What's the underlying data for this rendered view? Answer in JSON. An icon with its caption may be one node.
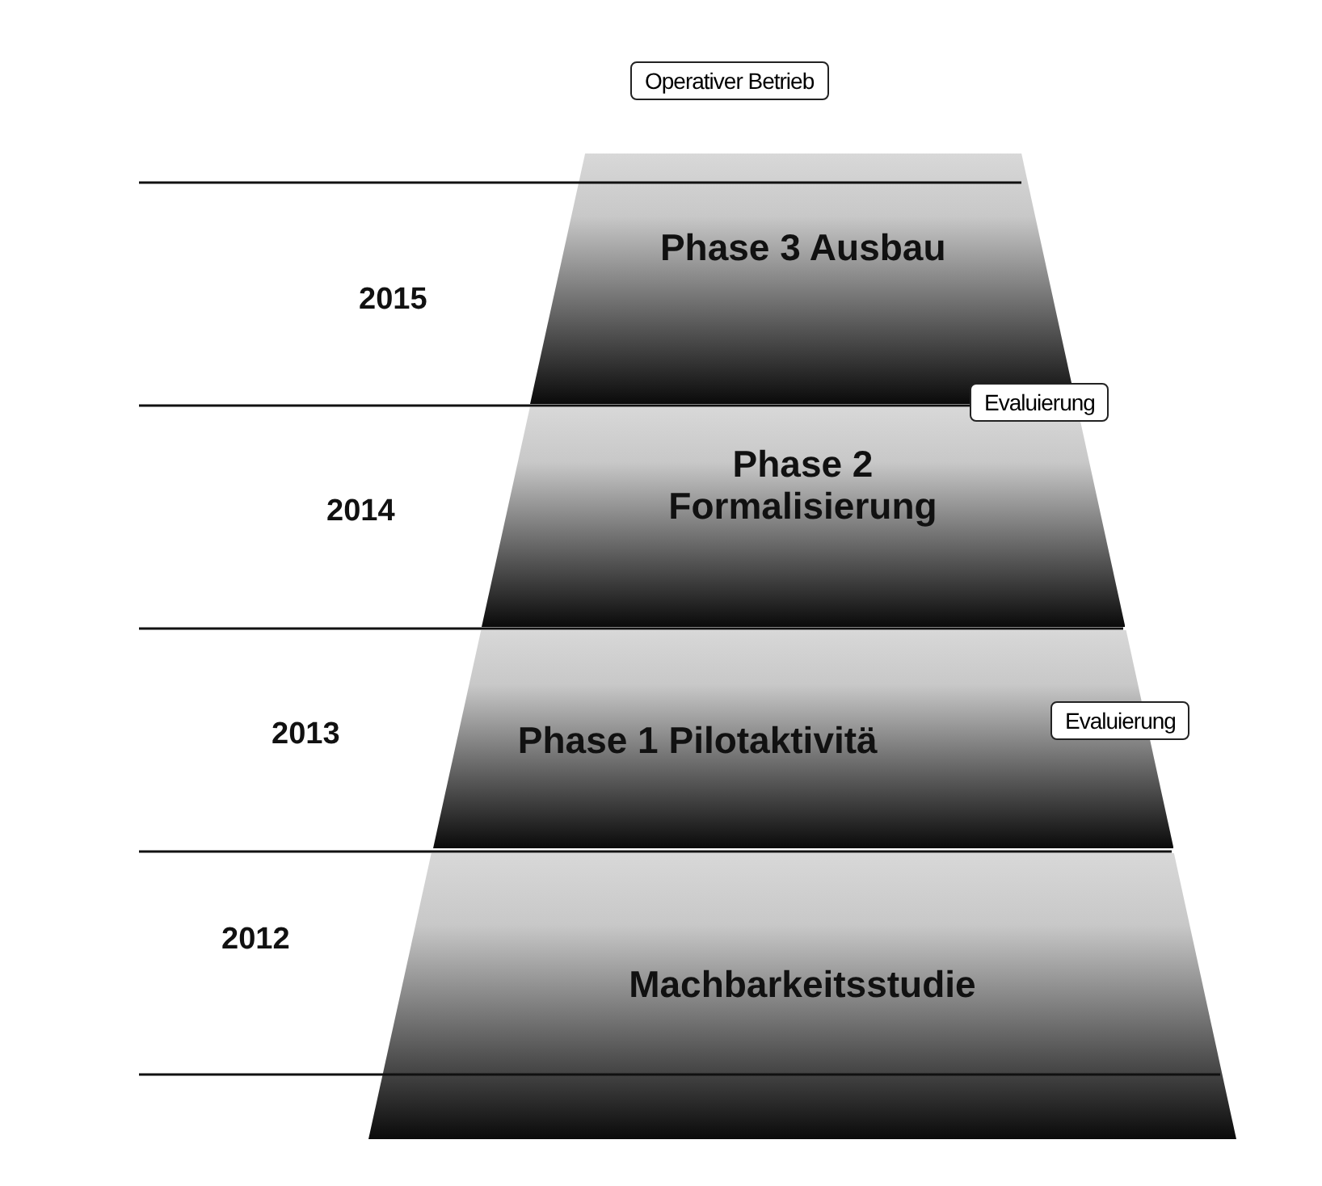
{
  "diagram": {
    "nodes": [
      {
        "text": [
          "Operativer Betrieb"
        ]
      },
      {
        "text": [
          "Phase 3 Ausbau"
        ]
      },
      {
        "text": [
          "Evaluierung"
        ]
      },
      {
        "text": [
          "Phase 2 Formalisierung"
        ]
      },
      {
        "text": [
          "Phase 1 Pilotaktivitä"
        ]
      },
      {
        "text": [
          "Evaluierung"
        ]
      },
      {
        "text": [
          "Machbarkeitsstudie"
        ]
      }
    ],
    "labels": [
      "2015",
      "2014",
      "2013",
      "2012"
    ]
  }
}
